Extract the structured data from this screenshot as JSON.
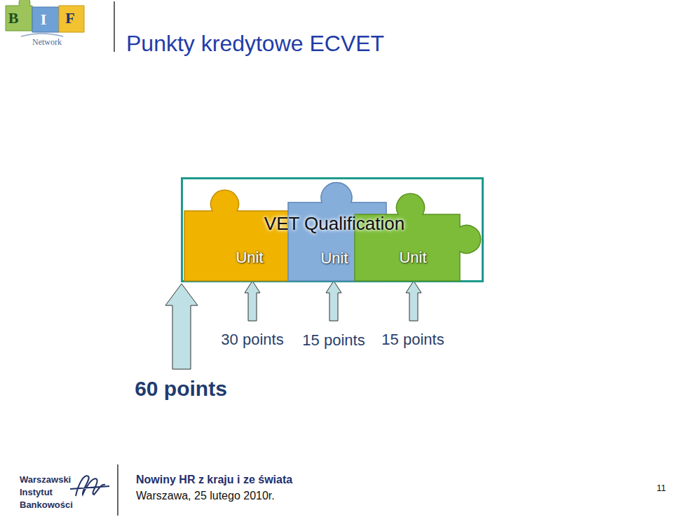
{
  "diagram": {
    "title": "Punkty kredytowe ECVET",
    "nodes": [
      {
        "text": [
          "VET Qualification"
        ]
      },
      {
        "text": [
          "Unit"
        ],
        "in": 0
      },
      {
        "text": [
          "Unit"
        ],
        "in": 0
      },
      {
        "text": [
          "Unit"
        ],
        "in": 0
      }
    ],
    "labels": [
      "B",
      "I",
      "F",
      "Network",
      "30 points",
      "15 points",
      "15 points",
      "60 points",
      "Warszawski Instytut Bankowości",
      "Nowiny HR z kraju i ze świata",
      "Warszawa, 25 lutego 2010r.",
      "11"
    ]
  }
}
